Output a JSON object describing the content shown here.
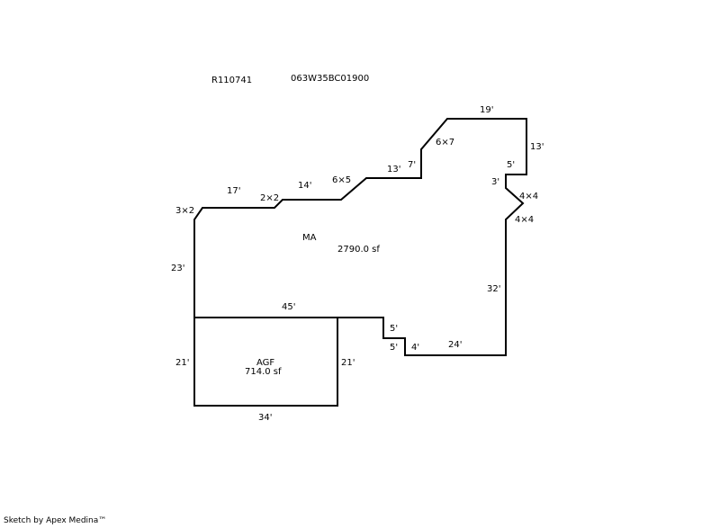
{
  "header": {
    "account_id": "R110741",
    "map_number": "063W35BC01900"
  },
  "areas": [
    {
      "code": "MA",
      "area": "2790.0 sf"
    },
    {
      "code": "AGF",
      "area": "714.0 sf"
    }
  ],
  "dimensions": {
    "d17": "17'",
    "d2x2": "2×2",
    "d14": "14'",
    "d6x5": "6×5",
    "d13a": "13'",
    "d7": "7'",
    "d6x7": "6×7",
    "d19": "19'",
    "d13b": "13'",
    "d5a": "5'",
    "d3": "3'",
    "d4x4a": "4×4",
    "d4x4b": "4×4",
    "d32": "32'",
    "d24": "24'",
    "d4": "4'",
    "d5b": "5'",
    "d5c": "5'",
    "d45": "45'",
    "d23": "23'",
    "d21a": "21'",
    "d21b": "21'",
    "d34": "34'",
    "d3x2": "3×2"
  },
  "footer": {
    "credit": "Sketch by Apex Medina™"
  }
}
